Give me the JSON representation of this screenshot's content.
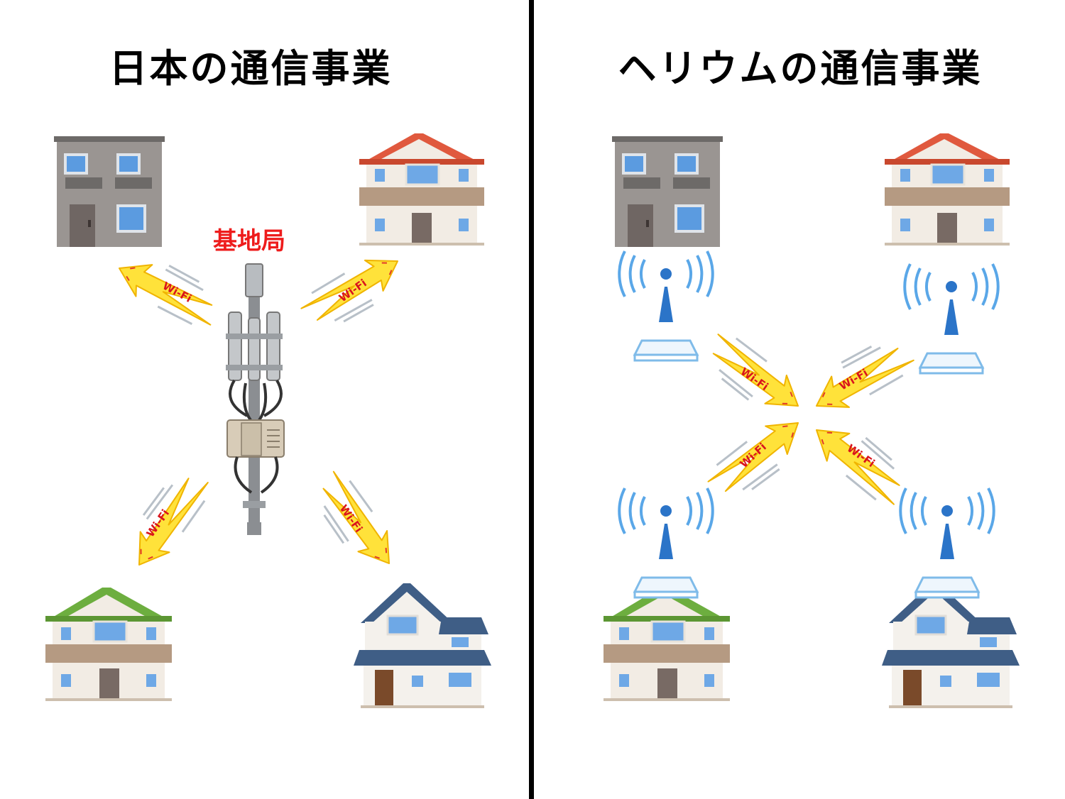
{
  "left": {
    "title": "日本の通信事業",
    "station_label": "基地局",
    "arrow_label": "Wi-Fi"
  },
  "right": {
    "title": "ヘリウムの通信事業",
    "arrow_label": "Wi-Fi"
  },
  "colors": {
    "divider": "#000000",
    "station_label": "#ee1c1c",
    "arrow_fill": "#ffe23a",
    "arrow_text": "#d9141d",
    "hotspot_blue": "#2b74c8"
  }
}
